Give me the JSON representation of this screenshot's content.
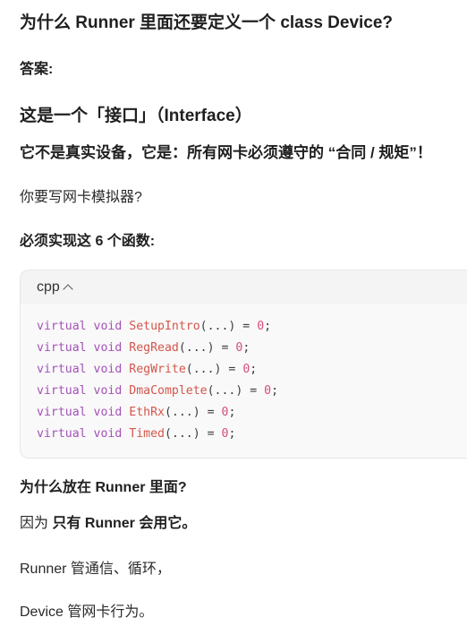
{
  "question": "为什么 Runner 里面还要定义一个 class Device?",
  "answer_label": "答案:",
  "section_title": "这是一个「接口」（Interface）",
  "contract_line": "它不是真实设备，它是：所有网卡必须遵守的 “合同 / 规矩”！",
  "simulator_line": "你要写网卡模拟器?",
  "must_implement": "必须实现这 6 个函数:",
  "code": {
    "language": "cpp",
    "lines": [
      {
        "keyword1": "virtual",
        "keyword2": "void",
        "name": "SetupIntro",
        "params": "(...)",
        "eq": " = ",
        "value": "0",
        "end": ";"
      },
      {
        "keyword1": "virtual",
        "keyword2": "void",
        "name": "RegRead",
        "params": "(...)",
        "eq": " = ",
        "value": "0",
        "end": ";"
      },
      {
        "keyword1": "virtual",
        "keyword2": "void",
        "name": "RegWrite",
        "params": "(...)",
        "eq": " = ",
        "value": "0",
        "end": ";"
      },
      {
        "keyword1": "virtual",
        "keyword2": "void",
        "name": "DmaComplete",
        "params": "(...)",
        "eq": " = ",
        "value": "0",
        "end": ";"
      },
      {
        "keyword1": "virtual",
        "keyword2": "void",
        "name": "EthRx",
        "params": "(...)",
        "eq": " = ",
        "value": "0",
        "end": ";"
      },
      {
        "keyword1": "virtual",
        "keyword2": "void",
        "name": "Timed",
        "params": "(...)",
        "eq": " = ",
        "value": "0",
        "end": ";"
      }
    ]
  },
  "why_title": "为什么放在 Runner 里面?",
  "because_prefix": "因为 ",
  "because_bold": "只有 Runner 会用它。",
  "runner_line": "Runner 管通信、循环，",
  "device_line": "Device 管网卡行为。"
}
